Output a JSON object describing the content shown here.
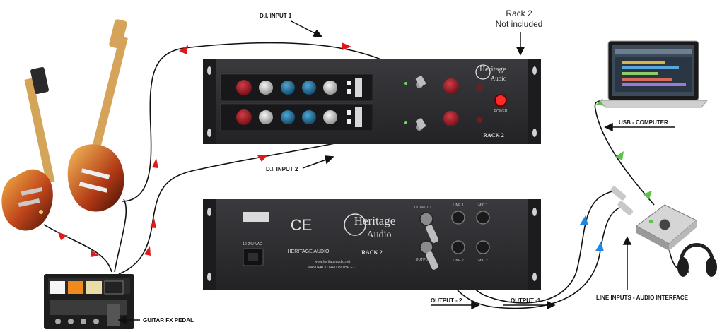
{
  "labels": {
    "di_input_1": "D.I. INPUT 1",
    "di_input_2": "D.I. INPUT 2",
    "rack2_line1": "Rack 2",
    "rack2_line2": "Not included",
    "usb_computer": "USB - COMPUTER",
    "line_inputs": "LINE INPUTS - AUDIO INTERFACE",
    "guitar_fx_pedal": "GUITAR FX PEDAL",
    "output_2": "OUTPUT - 2",
    "output_1": "OUTPUT -1"
  },
  "front_panel": {
    "brand_line1": "Heritage",
    "brand_line2": "Audio",
    "model": "RACK 2",
    "power_label": "POWER"
  },
  "rear_panel": {
    "ce_mark": "CE",
    "brand_line1": "Heritage",
    "brand_line2": "Audio",
    "company": "HERITAGE AUDIO",
    "model": "RACK 2",
    "website": "www.heritageaudio.net",
    "manufactured": "MANUFACTURED IN THE E.U.",
    "voltage": "10-24V VAC",
    "output1": "OUTPUT 1",
    "output2": "OUTPUT 2",
    "line1": "LINE 1",
    "line2": "LINE 2",
    "mic1": "MIC 1",
    "mic2": "MIC 2"
  },
  "colors": {
    "arrow_red": "#e01a1a",
    "arrow_blue": "#1e88e5",
    "arrow_green": "#5cc24a",
    "rack_body": "#2b2b2e",
    "knob_red": "#9c1b24",
    "knob_blue": "#1f6f9a"
  }
}
